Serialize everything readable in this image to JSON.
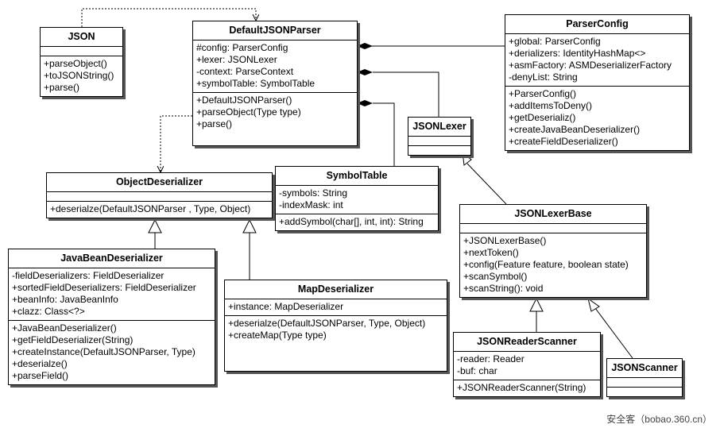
{
  "classes": {
    "json": {
      "name": "JSON",
      "attrs": [],
      "ops": [
        "+parseObject()",
        "+toJSONString()",
        "+parse()"
      ]
    },
    "parser": {
      "name": "DefaultJSONParser",
      "attrs": [
        "#config: ParserConfig",
        "+lexer: JSONLexer",
        "-context: ParseContext",
        "+symbolTable: SymbolTable"
      ],
      "ops": [
        "+DefaultJSONParser()",
        "+parseObject(Type type)",
        "+parse()"
      ]
    },
    "config": {
      "name": "ParserConfig",
      "attrs": [
        "+global: ParserConfig",
        "+derializers: IdentityHashMap<>",
        "+asmFactory: ASMDeserializerFactory",
        "-denyList: String"
      ],
      "ops": [
        "+ParserConfig()",
        "+addItemsToDeny()",
        "+getDeserializ()",
        "+createJavaBeanDeserializer()",
        "+createFieldDeserializer()"
      ]
    },
    "lexer": {
      "name": "JSONLexer",
      "attrs": [],
      "ops": []
    },
    "objdeser": {
      "name": "ObjectDeserializer",
      "attrs": [],
      "ops": [
        "+deserialze(DefaultJSONParser , Type, Object)"
      ]
    },
    "symbol": {
      "name": "SymbolTable",
      "attrs": [
        "-symbols: String",
        "-indexMask: int"
      ],
      "ops": [
        "+addSymbol(char[], int, int): String"
      ]
    },
    "lexerbase": {
      "name": "JSONLexerBase",
      "attrs": [],
      "ops": [
        "+JSONLexerBase()",
        "+nextToken()",
        "+config(Feature feature, boolean state)",
        "+scanSymbol()",
        "+scanString(): void"
      ]
    },
    "javabean": {
      "name": "JavaBeanDeserializer",
      "attrs": [
        "-fieldDeserializers: FieldDeserializer",
        "+sortedFieldDeserializers: FieldDeserializer",
        "+beanInfo: JavaBeanInfo",
        "+clazz: Class<?>"
      ],
      "ops": [
        "+JavaBeanDeserializer()",
        "+getFieldDeserializer(String)",
        "+createInstance(DefaultJSONParser, Type)",
        "+deserialze()",
        "+parseField()"
      ]
    },
    "mapdeser": {
      "name": "MapDeserializer",
      "attrs": [
        "+instance: MapDeserializer"
      ],
      "ops": [
        "+deserialze(DefaultJSONParser, Type, Object)",
        "+createMap(Type type)"
      ]
    },
    "reader": {
      "name": "JSONReaderScanner",
      "attrs": [
        "-reader: Reader",
        "-buf: char"
      ],
      "ops": [
        "+JSONReaderScanner(String)"
      ]
    },
    "scanner": {
      "name": "JSONScanner",
      "attrs": [],
      "ops": []
    }
  },
  "watermark": "安全客（bobao.360.cn）"
}
